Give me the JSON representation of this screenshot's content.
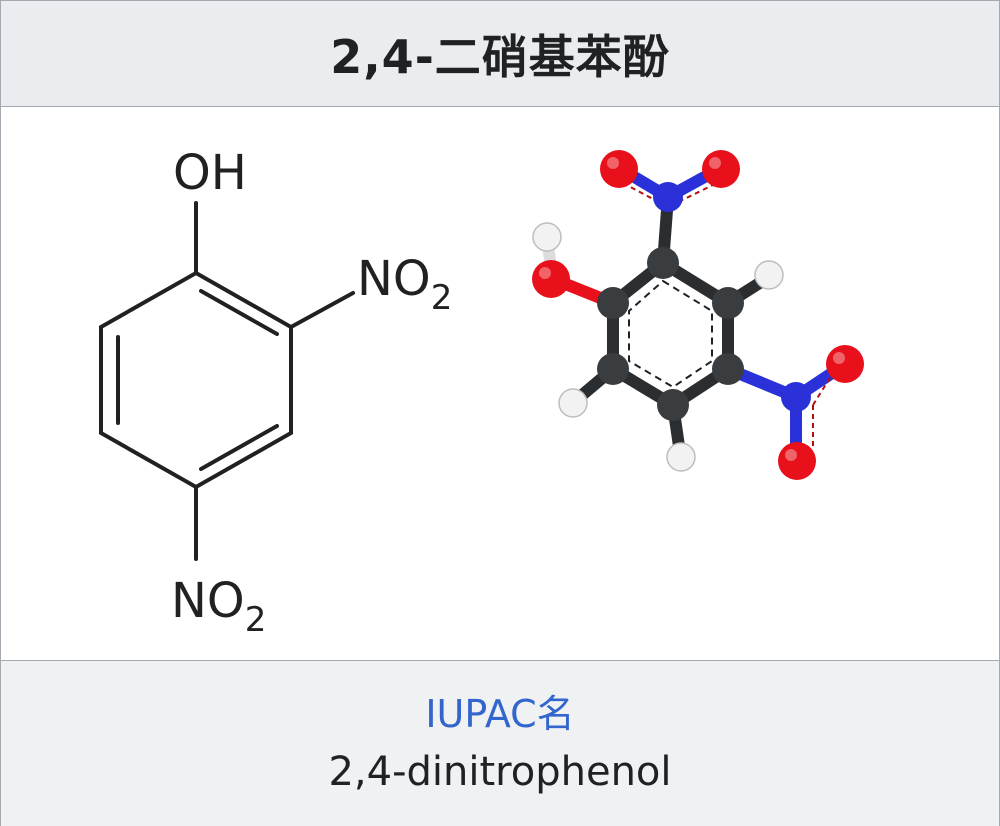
{
  "header": {
    "title": "2,4-二硝基苯酚"
  },
  "structure": {
    "hydroxyl_label": "OH",
    "nitro_label_1": "NO",
    "nitro_sub_1": "2",
    "nitro_label_2": "NO",
    "nitro_sub_2": "2"
  },
  "info": {
    "iupac_label": "IUPAC名",
    "iupac_name": "2,4-dinitrophenol"
  },
  "colors": {
    "carbon": "#3a3d40",
    "hydrogen": "#f2f2f2",
    "oxygen": "#e8101a",
    "nitrogen": "#2a31d8",
    "link": "#3366cc"
  }
}
